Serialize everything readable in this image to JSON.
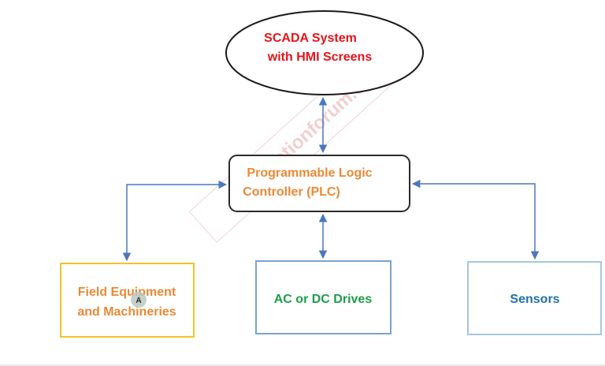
{
  "diagram": {
    "scada": {
      "line1": "SCADA System",
      "line2": "with HMI Screens"
    },
    "plc": {
      "line1": "Programmable Logic",
      "line2": "Controller (PLC)"
    },
    "field": {
      "line1": "Field Equipment",
      "line2": "and Machineries"
    },
    "drives": {
      "label": "AC or DC Drives"
    },
    "sensors": {
      "label": "Sensors"
    },
    "watermark": "Automationforum.co",
    "cursor_badge": "A"
  },
  "colors": {
    "scada_text": "#e8141b",
    "plc_text": "#e98a36",
    "field_text": "#e98a36",
    "drives_text": "#1e9e4a",
    "sensors_text": "#1f72a8",
    "arrow": "#4a78bf",
    "field_border": "#f2c12e",
    "drives_border": "#7aa2cf",
    "sensors_border": "#a7c6e0",
    "plc_border": "#2b2b2b",
    "scada_border": "#1a1a1a"
  }
}
